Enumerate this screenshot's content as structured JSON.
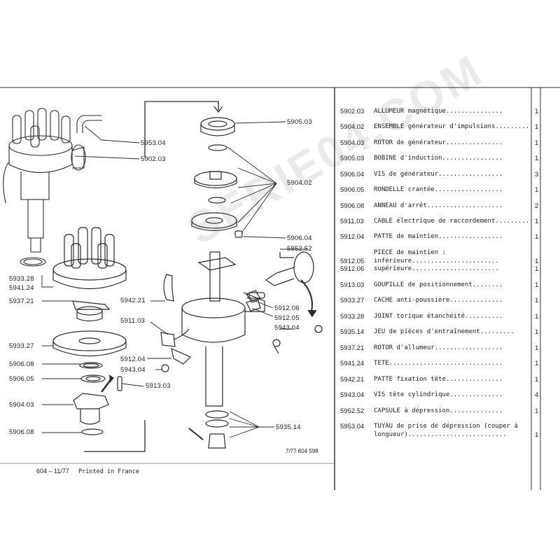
{
  "watermark": "SERIE04.COM",
  "footer": {
    "left": "604 – 11/77",
    "printed": "Printed in France",
    "ref": "7/77 604 598"
  },
  "callouts": {
    "c5953_04": "5953.04",
    "c5902_03": "5902.03",
    "c5905_03": "5905.03",
    "c5904_02": "5904.02",
    "c5906_04": "5906.04",
    "c5952_52": "5952.52",
    "c5933_28": "5933.28",
    "c5941_24": "5941.24",
    "c5937_21": "5937.21",
    "c5942_21": "5942.21",
    "c5911_03": "5911.03",
    "c5912_06": "5912.06",
    "c5912_05": "5912.05",
    "c5943_04a": "5943.04",
    "c5933_27": "5933.27",
    "c5912_04": "5912.04",
    "c5906_08a": "5906.08",
    "c5943_04b": "5943.04",
    "c5906_05": "5906.05",
    "c5913_03": "5913.03",
    "c5904_03": "5904.03",
    "c5906_08b": "5906.08",
    "c5935_14": "5935.14"
  },
  "parts": [
    {
      "code": "5902.03",
      "desc": "ALLUMEUR magnétique...............",
      "qty": "1"
    },
    {
      "code": "5904.02",
      "desc": "ENSEMBLE générateur d'impulsions.........",
      "qty": "1"
    },
    {
      "code": "5904.03",
      "desc": "ROTOR de générateur...............",
      "qty": "1"
    },
    {
      "code": "5905.03",
      "desc": "BOBINE d'induction................",
      "qty": "1"
    },
    {
      "code": "5906.04",
      "desc": "VIS de générateur.................",
      "qty": "3"
    },
    {
      "code": "5906.05",
      "desc": "RONDELLE crantée..................",
      "qty": "1"
    },
    {
      "code": "5906.08",
      "desc": "ANNEAU d'arrêt....................",
      "qty": "2"
    },
    {
      "code": "5911.03",
      "desc": "CABLE électrique de raccordement.........",
      "qty": "1"
    },
    {
      "code": "5912.04",
      "desc": "PATTE de maintien.................",
      "qty": "1"
    },
    {
      "code": "",
      "desc": "PIECE de maintien :",
      "qty": ""
    },
    {
      "code": "5912.05",
      "desc": " inférieure.......................",
      "qty": "1"
    },
    {
      "code": "5912.06",
      "desc": " supérieure.......................",
      "qty": "1"
    },
    {
      "code": "5913.03",
      "desc": "GOUPILLE de positionnement........",
      "qty": "1"
    },
    {
      "code": "5933.27",
      "desc": "CACHE anti-poussière..............",
      "qty": "1"
    },
    {
      "code": "5933.28",
      "desc": "JOINT torique étanchéité..........",
      "qty": "1"
    },
    {
      "code": "5935.14",
      "desc": "JEU de pièces d'entraînement.........",
      "qty": "1"
    },
    {
      "code": "5937.21",
      "desc": "ROTOR d'allumeur..................",
      "qty": "1"
    },
    {
      "code": "5941.24",
      "desc": "TETE..............................",
      "qty": "1"
    },
    {
      "code": "5942.21",
      "desc": "PATTE fixation tête...............",
      "qty": "1"
    },
    {
      "code": "5943.04",
      "desc": "VIS tête cylindrique..............",
      "qty": "4"
    },
    {
      "code": "5952.52",
      "desc": "CAPSULE à dépression..............",
      "qty": "1"
    },
    {
      "code": "5953.04",
      "desc": "TUYAU de prise de dépression (couper à",
      "qty": ""
    },
    {
      "code": "",
      "desc": "longueur)..........................",
      "qty": "1"
    }
  ]
}
